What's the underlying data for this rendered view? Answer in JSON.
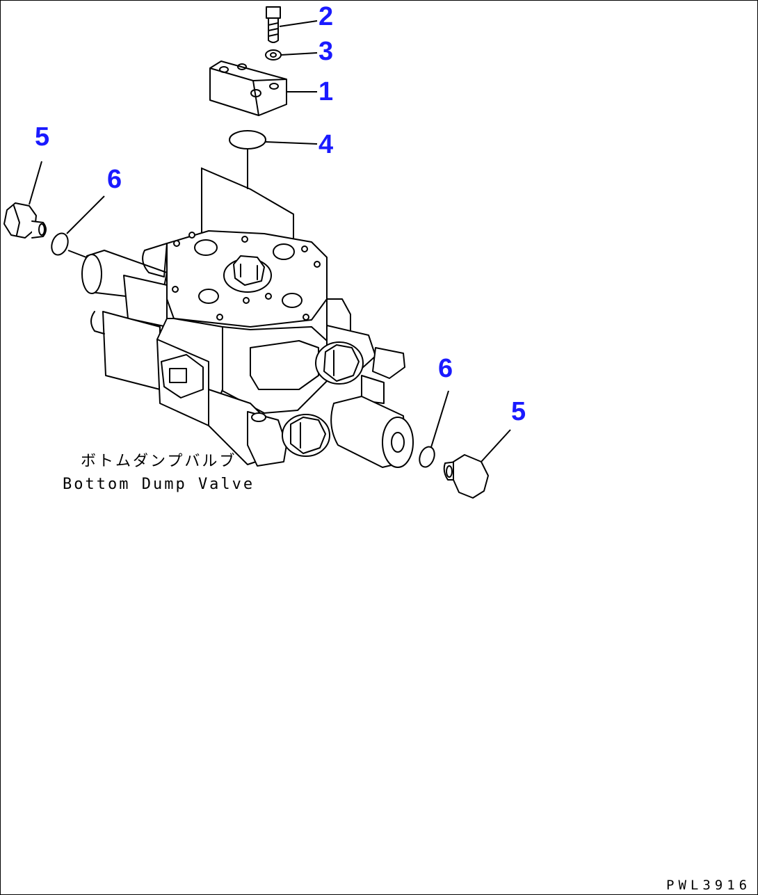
{
  "callouts": [
    {
      "id": "c2",
      "label": "2"
    },
    {
      "id": "c3",
      "label": "3"
    },
    {
      "id": "c1",
      "label": "1"
    },
    {
      "id": "c4",
      "label": "4"
    },
    {
      "id": "c5a",
      "label": "5"
    },
    {
      "id": "c6a",
      "label": "6"
    },
    {
      "id": "c6b",
      "label": "6"
    },
    {
      "id": "c5b",
      "label": "5"
    }
  ],
  "caption": {
    "japanese": "ボトムダンプバルブ",
    "english": "Bottom Dump Valve"
  },
  "drawing_number": "PWL3916",
  "colors": {
    "callout": "#1a1aff",
    "line": "#000000",
    "background": "#ffffff"
  }
}
